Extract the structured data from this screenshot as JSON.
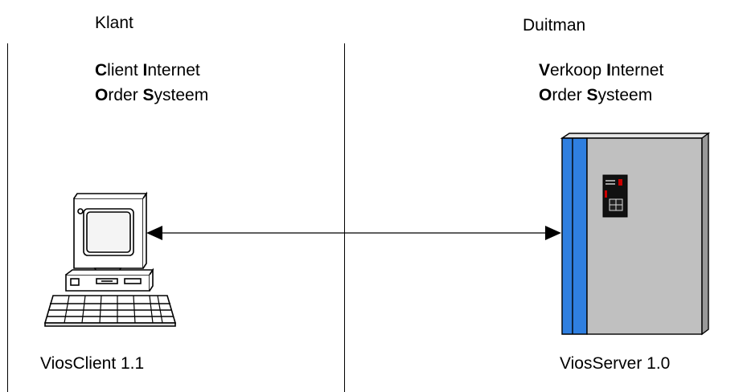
{
  "left_column": {
    "header": "Klant",
    "system": {
      "line1": [
        {
          "initial": "C",
          "rest": "lient "
        },
        {
          "initial": "I",
          "rest": "nternet"
        }
      ],
      "line2": [
        {
          "initial": "O",
          "rest": "rder "
        },
        {
          "initial": "S",
          "rest": "ysteem"
        }
      ]
    },
    "footer": "ViosClient 1.1",
    "device_icon": "desktop-computer-icon"
  },
  "right_column": {
    "header": "Duitman",
    "system": {
      "line1": [
        {
          "initial": "V",
          "rest": "erkoop "
        },
        {
          "initial": "I",
          "rest": "nternet"
        }
      ],
      "line2": [
        {
          "initial": "O",
          "rest": "rder "
        },
        {
          "initial": "S",
          "rest": "ysteem"
        }
      ]
    },
    "footer": "ViosServer 1.0",
    "device_icon": "server-cabinet-icon"
  },
  "connector": {
    "type": "bidirectional-arrow"
  },
  "colors": {
    "server_side": "#2f7fe0",
    "server_front": "#c0c0c0",
    "server_top": "#e6e6e6",
    "panel": "#111111",
    "led": "#cc0000"
  }
}
